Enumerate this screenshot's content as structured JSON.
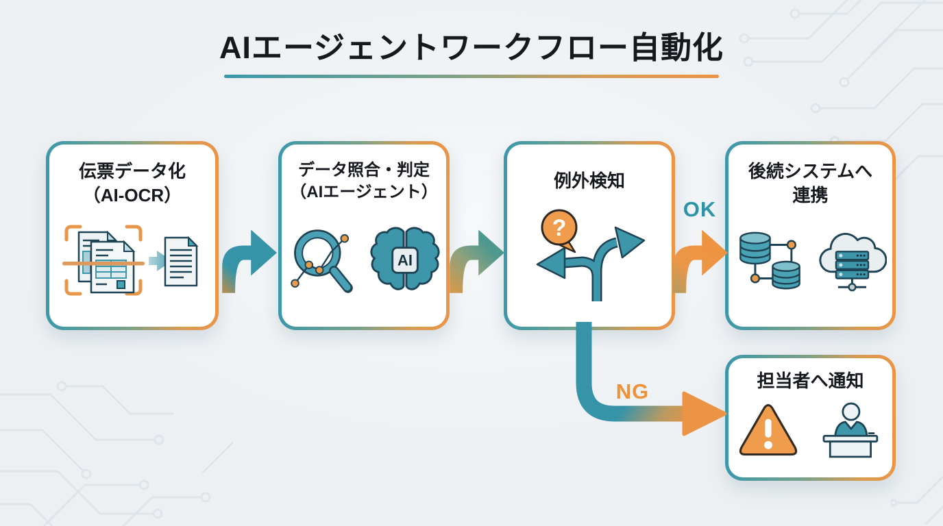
{
  "title": {
    "text": "AIエージェントワークフロー自動化"
  },
  "flow": {
    "boxes": [
      {
        "id": "ocr",
        "line1": "伝票データ化",
        "line2": "（AI-OCR）"
      },
      {
        "id": "matching",
        "line1": "データ照合・判定",
        "line2": "（AIエージェント）"
      },
      {
        "id": "exception",
        "line1": "例外検知"
      },
      {
        "id": "downstream",
        "line1": "後続システムへ",
        "line2": "連携"
      },
      {
        "id": "notify",
        "line1": "担当者へ通知"
      }
    ],
    "labels": {
      "ok": "OK",
      "ng": "NG"
    }
  },
  "icons": {
    "brain_ai": "AI",
    "question_mark": "?"
  },
  "colors": {
    "teal": "#3794a8",
    "orange": "#ec9446",
    "ok_label": "#2d93a6",
    "ng_label": "#ee9238",
    "background": "#eef1f4",
    "heading_text": "#15191d"
  }
}
